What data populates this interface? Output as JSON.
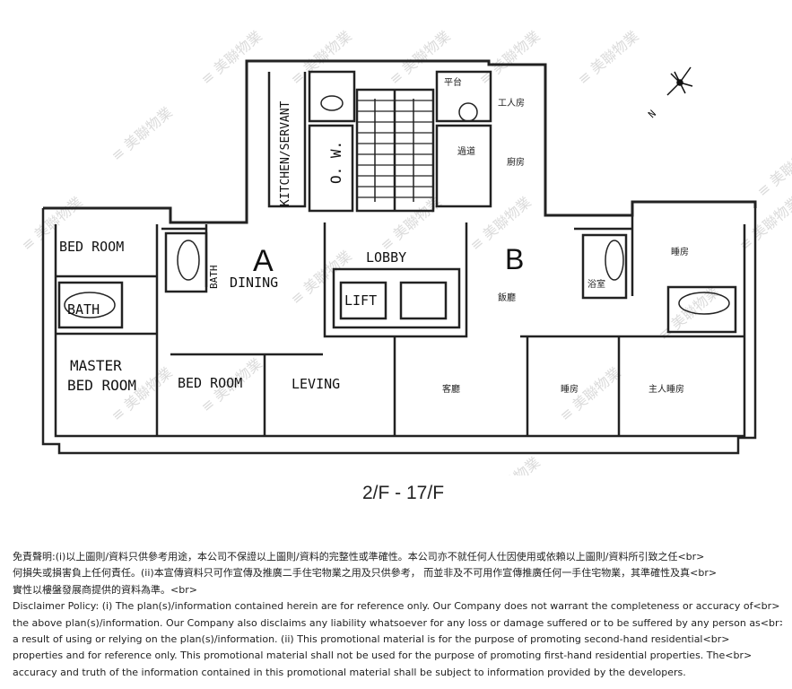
{
  "plan": {
    "rooms": {
      "bed_room_a": "BED ROOM",
      "bath_a": "BATH",
      "bath_master": "BATH",
      "master_bed_1": "MASTER",
      "master_bed_2": "BED ROOM",
      "bed_room_2": "BED ROOM",
      "dining": "DINING",
      "living": "LEVING",
      "kitchen_servant": "KITCHEN/SERVANT",
      "ow": "O. W.",
      "lobby": "LOBBY",
      "lift_1": "LIFT",
      "unit_a": "A",
      "unit_b": "B",
      "b_living": "客廳",
      "b_bedroom": "睡房",
      "b_master": "主人睡房",
      "b_bedroom_top": "睡房",
      "b_bath": "浴室",
      "b_dining": "飯廳",
      "b_corridor": "過道",
      "b_kitchen": "廚房",
      "b_balcony": "平台",
      "b_servant": "工人房"
    },
    "compass_label": "N",
    "watermark": "美聯物業"
  },
  "floor_caption": "2/F - 17/F",
  "disclaimer_lines": [
    "免責聲明:(i)以上圖則/資料只供參考用途，本公司不保證以上圖則/資料的完整性或準確性。本公司亦不就任何人仕因使用或依賴以上圖則/資料所引致之任<br>",
    "何損失或損害負上任何責任。(ii)本宣傳資料只可作宣傳及推廣二手住宅物業之用及只供參考， 而並非及不可用作宣傳推廣任何一手住宅物業，其準確性及真<br>",
    "實性以樓盤發展商提供的資料為準。<br>",
    "Disclaimer Policy: (i) The plan(s)/information contained herein are for reference only. Our Company does not warrant the completeness or accuracy of<br>",
    "the above plan(s)/information. Our Company also disclaims any liability whatsoever for any loss or damage suffered or to be suffered by any person as<br>",
    "a result of using or relying on the plan(s)/information. (ii) This promotional material is for the purpose of promoting second-hand residential<br>",
    "properties and for reference only. This promotional material shall not be used for the purpose of promoting first-hand residential properties. The<br>",
    "accuracy and truth of the information contained in this promotional material shall be subject to information provided by the developers."
  ]
}
